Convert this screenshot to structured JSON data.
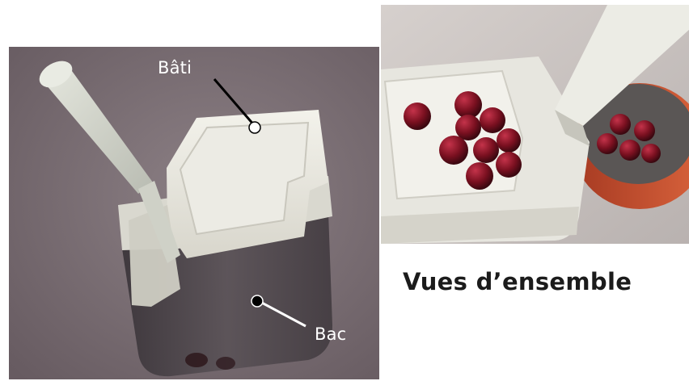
{
  "labels": {
    "frame": "Bâti",
    "container": "Bac"
  },
  "heading": "Vues d’ensemble",
  "colors": {
    "background": "#ffffff",
    "left_photo_bg": "#7a6d72",
    "right_photo_bg": "#cfc9c6",
    "plastic_white": "#e9e8df",
    "tray_smoke": "#4e474c",
    "cherry": "#7a1020",
    "bowl": "#c74a2c",
    "heading_text": "#1b1b1b",
    "label_text": "#ffffff"
  },
  "icons": {
    "callout_marker": "filled-circle"
  }
}
